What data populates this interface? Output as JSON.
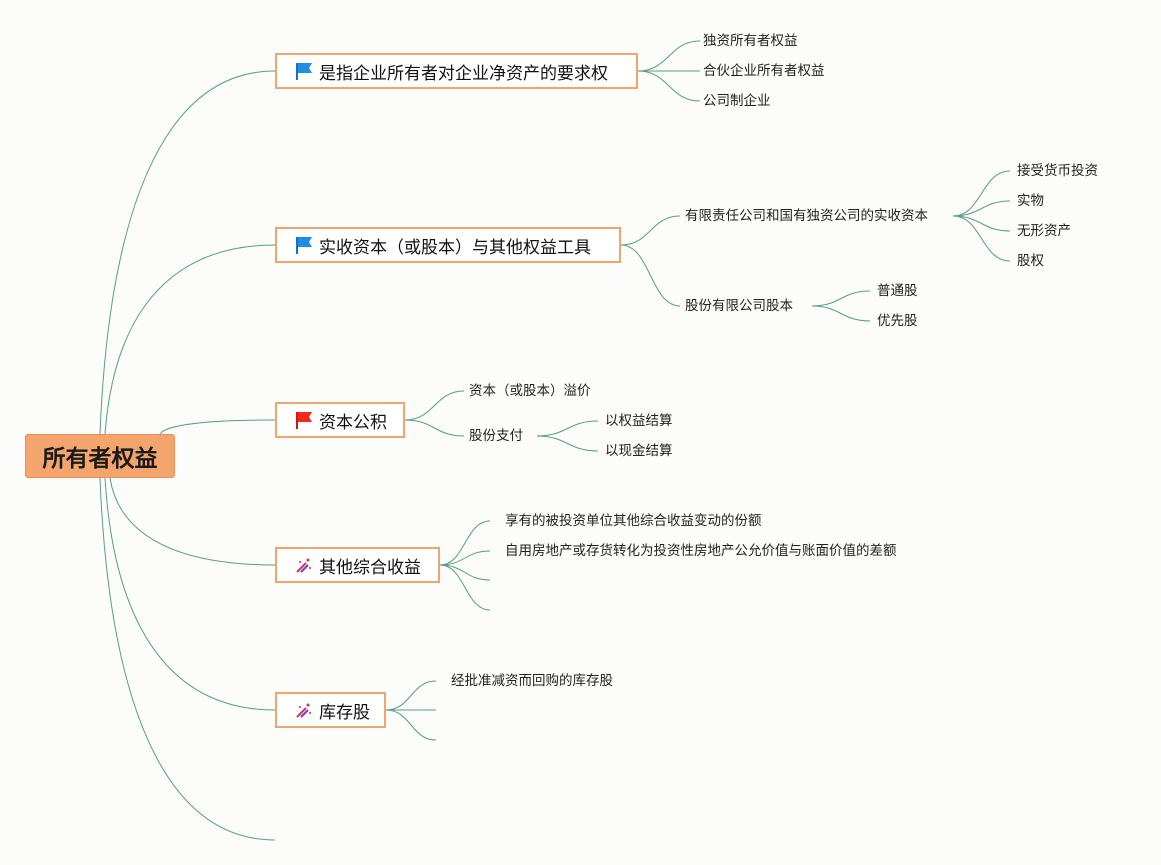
{
  "root": {
    "label": "所有者权益"
  },
  "topics": [
    {
      "label": "是指企业所有者对企业净资产的要求权",
      "icon": "blue-flag-icon",
      "children": [
        "独资所有者权益",
        "合伙企业所有者权益",
        "公司制企业"
      ]
    },
    {
      "label": "实收资本（或股本）与其他权益工具",
      "icon": "blue-flag-icon",
      "children": [
        {
          "label": "有限责任公司和国有独资公司的实收资本",
          "children": [
            "接受货币投资",
            "实物",
            "无形资产",
            "股权"
          ]
        },
        {
          "label": "股份有限公司股本",
          "children": [
            "普通股",
            "优先股"
          ]
        }
      ]
    },
    {
      "label": "资本公积",
      "icon": "red-flag-icon",
      "children": [
        {
          "label": "资本（或股本）溢价"
        },
        {
          "label": "股份支付",
          "children": [
            "以权益结算",
            "以现金结算"
          ]
        }
      ]
    },
    {
      "label": "其他综合收益",
      "icon": "sparkle-tool-icon",
      "children": [
        "享有的被投资单位其他综合收益变动的份额",
        "自用房地产或存货转化为投资性房地产公允价值与账面价值的差额",
        "",
        ""
      ]
    },
    {
      "label": "库存股",
      "icon": "sparkle-tool-icon",
      "children": [
        "经批准减资而回购的库存股",
        "",
        ""
      ]
    }
  ],
  "colors": {
    "line": "#5a9c86",
    "box_border": "#f2a46e",
    "root_fill": "#f4a46d"
  }
}
